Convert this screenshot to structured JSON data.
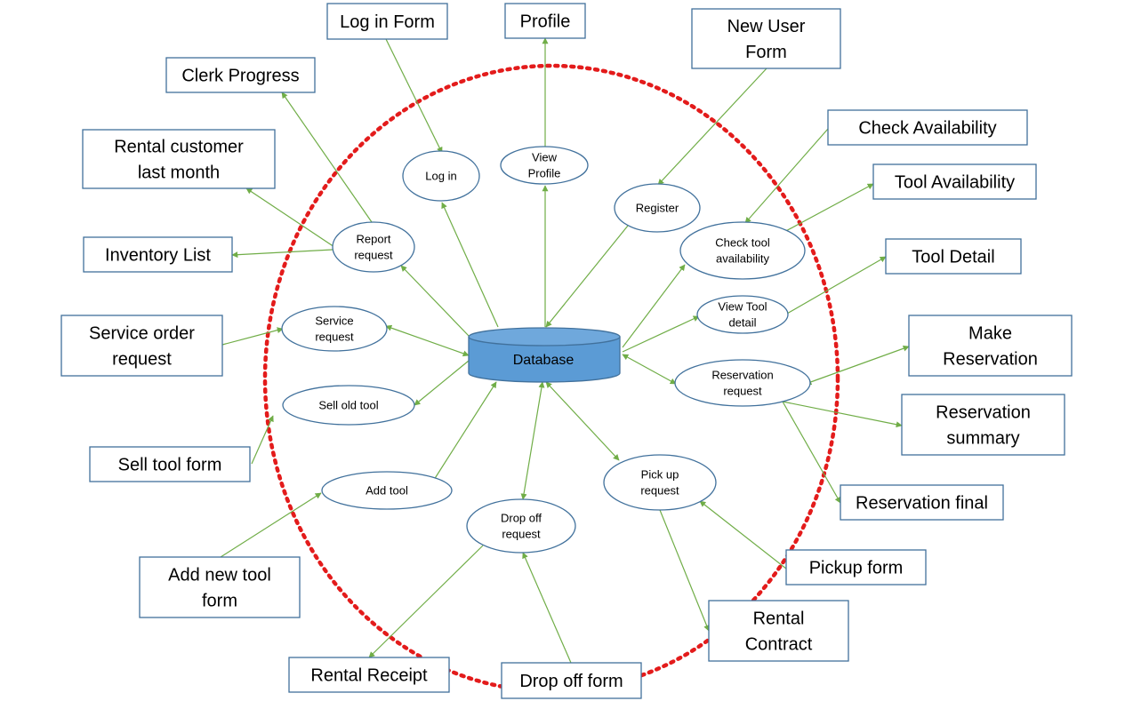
{
  "database": {
    "id": "db",
    "label": "Database"
  },
  "processes": [
    {
      "id": "login",
      "lines": [
        "Log in"
      ]
    },
    {
      "id": "viewprofile",
      "lines": [
        "View",
        "Profile"
      ]
    },
    {
      "id": "register",
      "lines": [
        "Register"
      ]
    },
    {
      "id": "checktool",
      "lines": [
        "Check tool",
        "availability"
      ]
    },
    {
      "id": "viewtool",
      "lines": [
        "View Tool",
        "detail"
      ]
    },
    {
      "id": "reservation",
      "lines": [
        "Reservation",
        "request"
      ]
    },
    {
      "id": "pickup",
      "lines": [
        "Pick up",
        "request"
      ]
    },
    {
      "id": "dropoff",
      "lines": [
        "Drop off",
        "request"
      ]
    },
    {
      "id": "addtool",
      "lines": [
        "Add tool"
      ]
    },
    {
      "id": "sellold",
      "lines": [
        "Sell old tool"
      ]
    },
    {
      "id": "service",
      "lines": [
        "Service",
        "request"
      ]
    },
    {
      "id": "report",
      "lines": [
        "Report",
        "request"
      ]
    }
  ],
  "forms": [
    {
      "id": "f_login",
      "lines": [
        "Log in Form"
      ]
    },
    {
      "id": "f_profile",
      "lines": [
        "Profile"
      ]
    },
    {
      "id": "f_newuser",
      "lines": [
        "New User",
        "Form"
      ]
    },
    {
      "id": "f_checkavail",
      "lines": [
        "Check Availability"
      ]
    },
    {
      "id": "f_toolavail",
      "lines": [
        "Tool Availability"
      ]
    },
    {
      "id": "f_tooldetail",
      "lines": [
        "Tool Detail"
      ]
    },
    {
      "id": "f_makeres",
      "lines": [
        "Make",
        "Reservation"
      ]
    },
    {
      "id": "f_ressummary",
      "lines": [
        "Reservation",
        "summary"
      ]
    },
    {
      "id": "f_resfinal",
      "lines": [
        "Reservation final"
      ]
    },
    {
      "id": "f_pickupform",
      "lines": [
        "Pickup form"
      ]
    },
    {
      "id": "f_rentalcontract",
      "lines": [
        "Rental",
        "Contract"
      ]
    },
    {
      "id": "f_dropoffform",
      "lines": [
        "Drop off form"
      ]
    },
    {
      "id": "f_rentalreceipt",
      "lines": [
        "Rental Receipt"
      ]
    },
    {
      "id": "f_addnewtool",
      "lines": [
        "Add new tool",
        "form"
      ]
    },
    {
      "id": "f_selltool",
      "lines": [
        "Sell tool form"
      ]
    },
    {
      "id": "f_serviceorder",
      "lines": [
        "Service order",
        "request"
      ]
    },
    {
      "id": "f_inventory",
      "lines": [
        "Inventory List"
      ]
    },
    {
      "id": "f_rentalcustomer",
      "lines": [
        "Rental customer",
        "last month"
      ]
    },
    {
      "id": "f_clerkprogress",
      "lines": [
        "Clerk Progress"
      ]
    }
  ],
  "connections": [
    {
      "from": "db",
      "to": "login"
    },
    {
      "from": "db",
      "to": "viewprofile"
    },
    {
      "from": "register",
      "to": "db"
    },
    {
      "from": "db",
      "to": "checktool"
    },
    {
      "from": "db",
      "to": "viewtool"
    },
    {
      "from": "db",
      "to": "reservation",
      "bidirectional": true
    },
    {
      "from": "db",
      "to": "pickup",
      "bidirectional": true
    },
    {
      "from": "db",
      "to": "dropoff",
      "bidirectional": true
    },
    {
      "from": "addtool",
      "to": "db"
    },
    {
      "from": "db",
      "to": "sellold"
    },
    {
      "from": "db",
      "to": "service",
      "bidirectional": true
    },
    {
      "from": "db",
      "to": "report"
    },
    {
      "from": "f_login",
      "to": "login"
    },
    {
      "from": "viewprofile",
      "to": "f_profile"
    },
    {
      "from": "f_newuser",
      "to": "register"
    },
    {
      "from": "f_checkavail",
      "to": "checktool"
    },
    {
      "from": "checktool",
      "to": "f_toolavail"
    },
    {
      "from": "viewtool",
      "to": "f_tooldetail"
    },
    {
      "from": "reservation",
      "to": "f_makeres",
      "bidirectional": true
    },
    {
      "from": "reservation",
      "to": "f_ressummary"
    },
    {
      "from": "reservation",
      "to": "f_resfinal"
    },
    {
      "from": "f_pickupform",
      "to": "pickup"
    },
    {
      "from": "pickup",
      "to": "f_rentalcontract"
    },
    {
      "from": "f_dropoffform",
      "to": "dropoff"
    },
    {
      "from": "dropoff",
      "to": "f_rentalreceipt"
    },
    {
      "from": "f_addnewtool",
      "to": "addtool"
    },
    {
      "from": "f_selltool",
      "to": "sellold"
    },
    {
      "from": "f_serviceorder",
      "to": "service"
    },
    {
      "from": "report",
      "to": "f_inventory"
    },
    {
      "from": "report",
      "to": "f_rentalcustomer"
    },
    {
      "from": "report",
      "to": "f_clerkprogress"
    }
  ],
  "colors": {
    "boundary": "#e31b1b",
    "connector": "#70ad47",
    "database_fill": "#5b9bd5",
    "database_top": "#6fa8dc",
    "outline": "#41719c"
  }
}
